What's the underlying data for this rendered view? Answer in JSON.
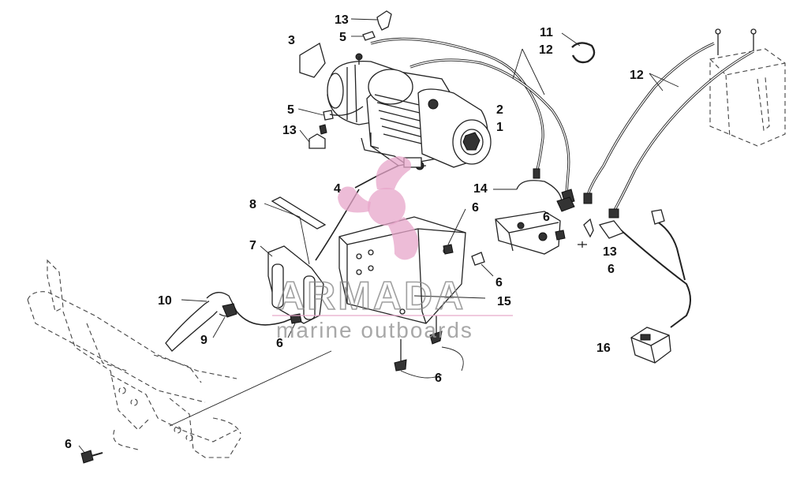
{
  "diagram": {
    "callouts": [
      {
        "label": "13"
      },
      {
        "label": "5"
      },
      {
        "label": "3"
      },
      {
        "label": "5"
      },
      {
        "label": "13"
      },
      {
        "label": "2"
      },
      {
        "label": "1"
      },
      {
        "label": "11"
      },
      {
        "label": "12"
      },
      {
        "label": "12"
      },
      {
        "label": "14"
      },
      {
        "label": "6"
      },
      {
        "label": "6"
      },
      {
        "label": "13"
      },
      {
        "label": "6"
      },
      {
        "label": "4"
      },
      {
        "label": "8"
      },
      {
        "label": "7"
      },
      {
        "label": "6"
      },
      {
        "label": "15"
      },
      {
        "label": "10"
      },
      {
        "label": "9"
      },
      {
        "label": "6"
      },
      {
        "label": "6"
      },
      {
        "label": "16"
      },
      {
        "label": "6"
      }
    ]
  },
  "watermark": {
    "brand": "ARMADA",
    "tagline": "marine outboards",
    "color": "#e7a6c9"
  }
}
